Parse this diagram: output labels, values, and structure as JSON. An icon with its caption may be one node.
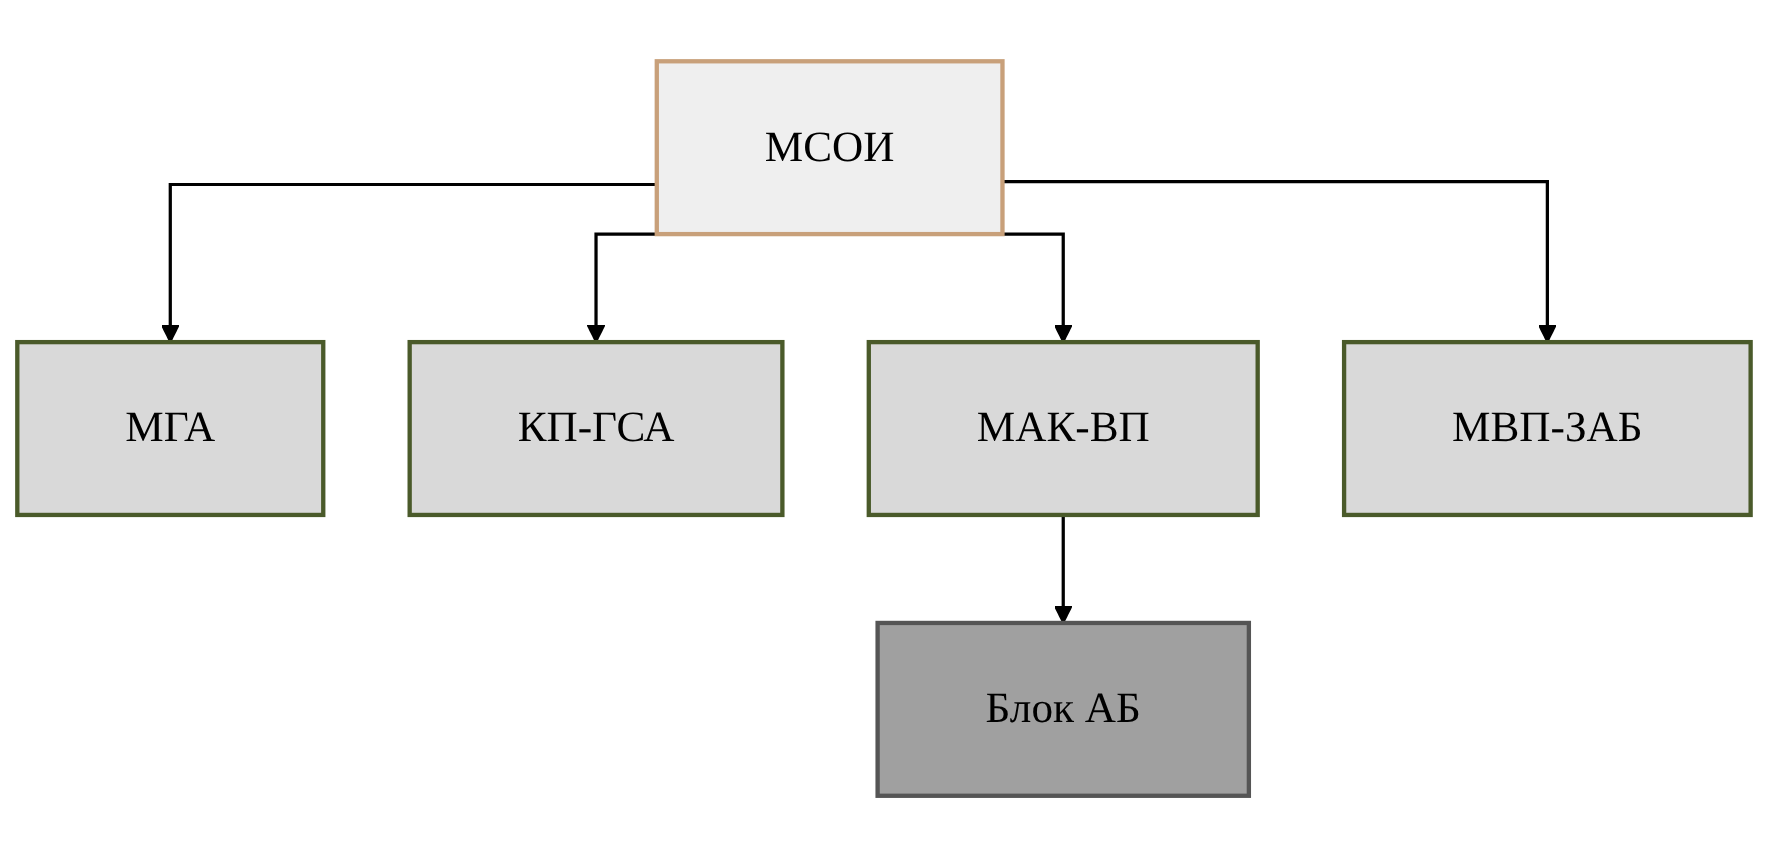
{
  "diagram": {
    "nodes": [
      {
        "text": [
          "МСОИ"
        ]
      },
      {
        "text": [
          "МГА"
        ]
      },
      {
        "text": [
          "КП-ГСА"
        ]
      },
      {
        "text": [
          "МАК-ВП"
        ]
      },
      {
        "text": [
          "МВП-ЗАБ"
        ]
      },
      {
        "text": [
          "Блок АБ"
        ]
      }
    ],
    "edges": [
      {
        "from": 0,
        "to": 1,
        "arrow": "to"
      },
      {
        "from": 0,
        "to": 2,
        "arrow": "to"
      },
      {
        "from": 0,
        "to": 3,
        "arrow": "to"
      },
      {
        "from": 0,
        "to": 4,
        "arrow": "to"
      },
      {
        "from": 3,
        "to": 5,
        "arrow": "to"
      }
    ]
  }
}
